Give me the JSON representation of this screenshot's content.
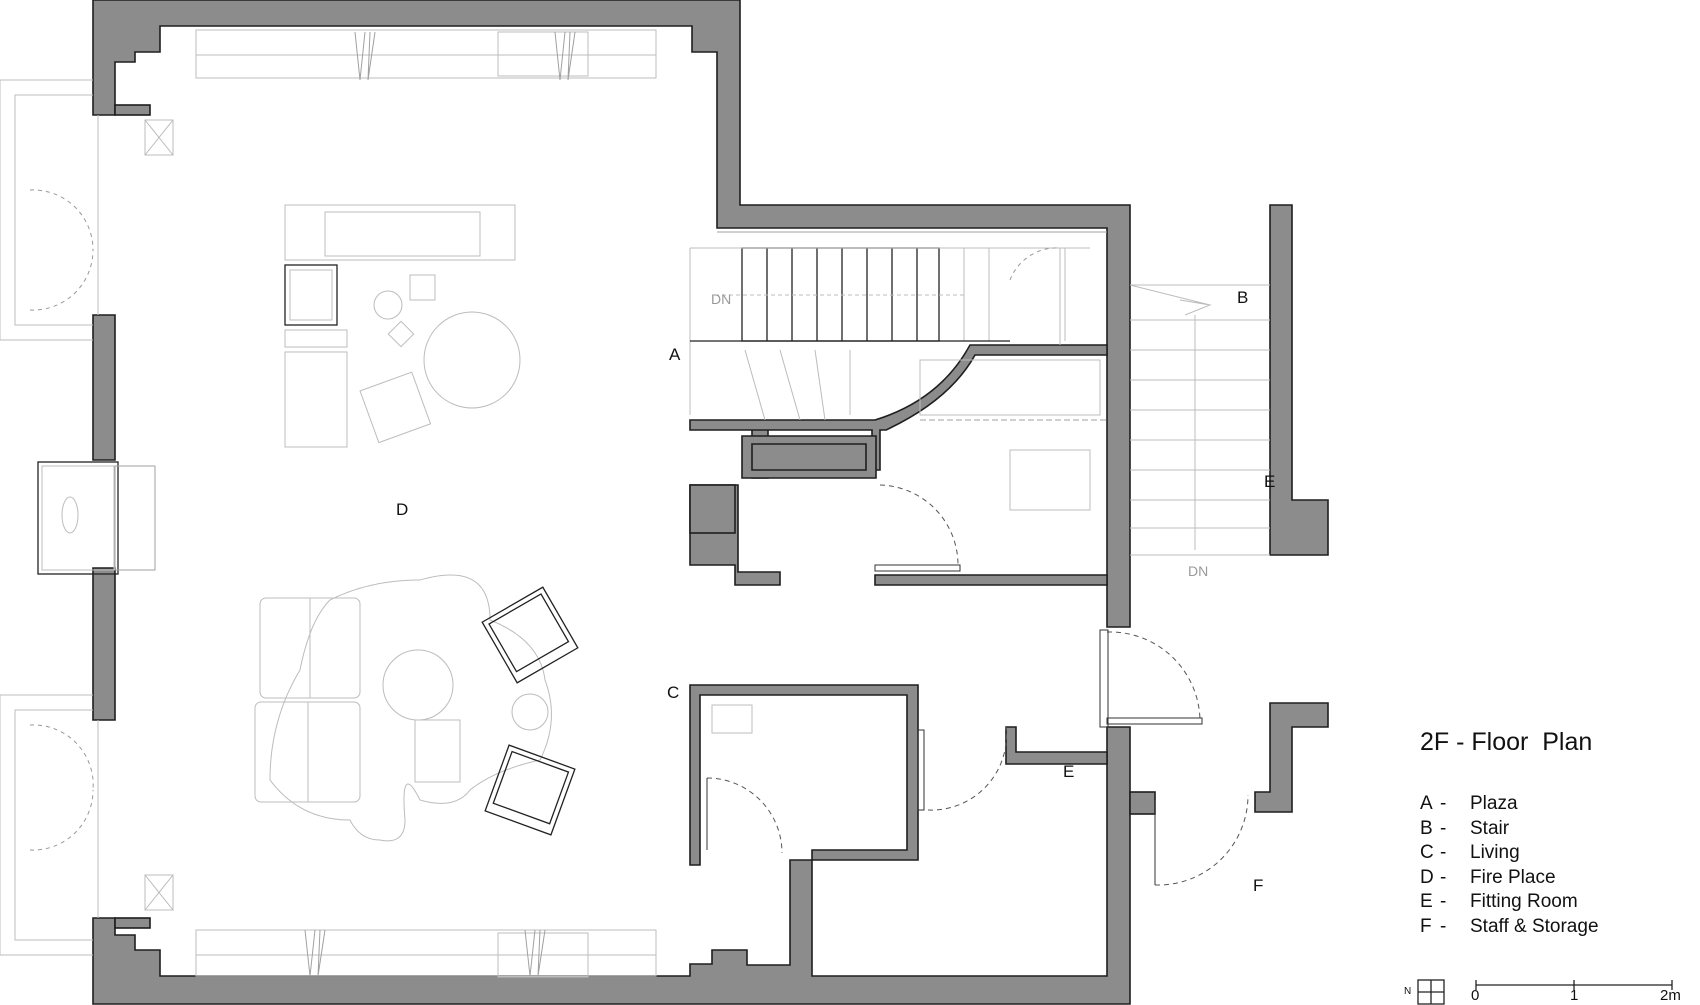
{
  "plan": {
    "title": "2F - Floor  Plan",
    "markers": [
      {
        "key": "A",
        "name": "plaza-marker"
      },
      {
        "key": "B",
        "name": "stair-marker"
      },
      {
        "key": "C",
        "name": "living-marker"
      },
      {
        "key": "D",
        "name": "fireplace-marker"
      },
      {
        "key": "E",
        "name": "fitting-room-marker-1"
      },
      {
        "key": "E",
        "name": "fitting-room-marker-2"
      },
      {
        "key": "F",
        "name": "staff-storage-marker"
      }
    ],
    "stair_labels": [
      "DN",
      "DN"
    ]
  },
  "legend": [
    {
      "key": "A",
      "dash": "-",
      "name": "Plaza"
    },
    {
      "key": "B",
      "dash": "-",
      "name": "Stair"
    },
    {
      "key": "C",
      "dash": "-",
      "name": "Living"
    },
    {
      "key": "D",
      "dash": "-",
      "name": "Fire Place"
    },
    {
      "key": "E",
      "dash": "-",
      "name": "Fitting Room"
    },
    {
      "key": "F",
      "dash": "-",
      "name": "Staff & Storage"
    }
  ],
  "scale_bar": {
    "ticks": [
      "0",
      "1",
      "2m"
    ]
  },
  "north_arrow": {
    "label": "N"
  },
  "colors": {
    "wall_fill": "#8c8c8c",
    "wall_line": "#1e1e1e",
    "furniture_line": "#bcbcbc"
  }
}
